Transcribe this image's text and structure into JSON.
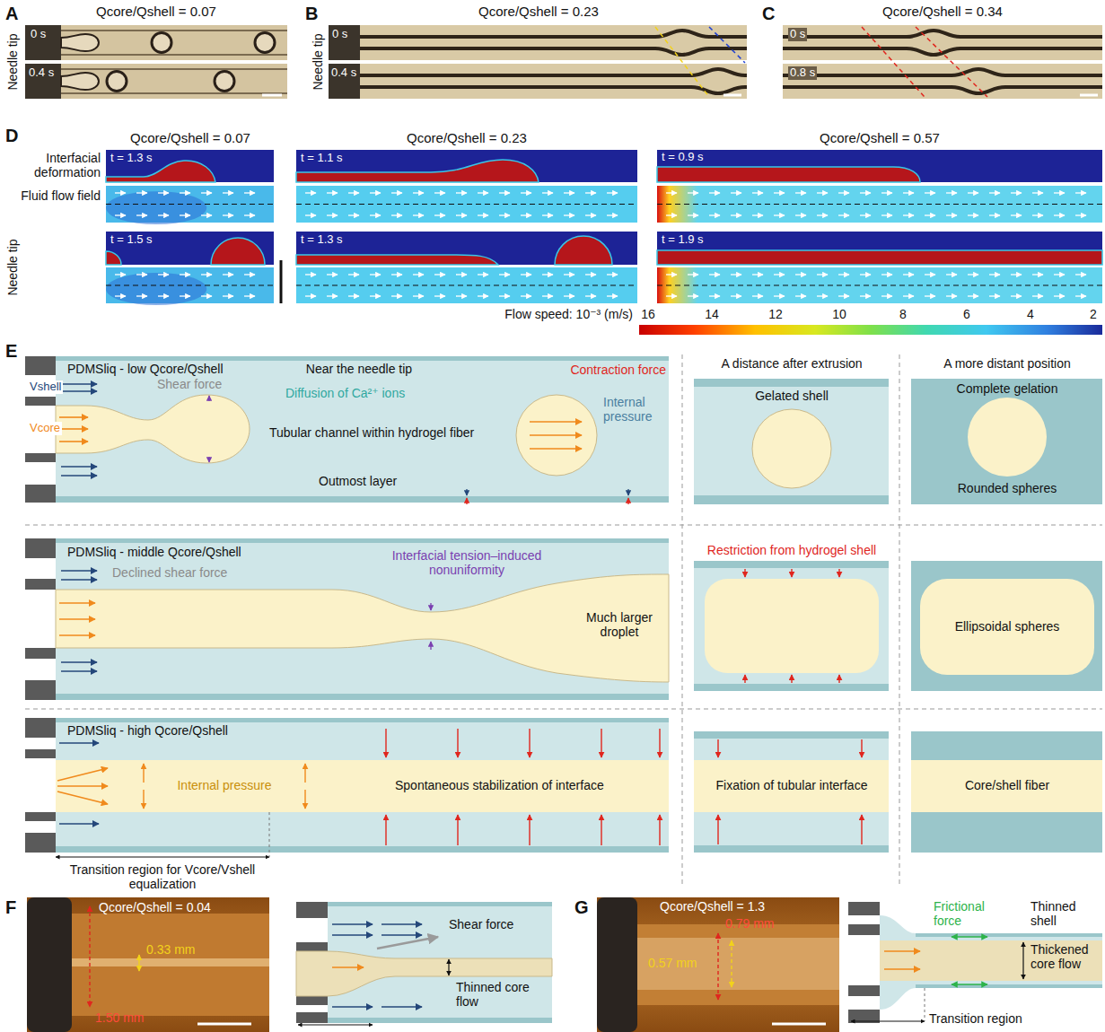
{
  "diagram": {
    "nodes": [
      {
        "text": [
          "0 s",
          "0.4 s"
        ]
      },
      {
        "text": [
          "0 s",
          "0.4 s"
        ]
      },
      {
        "text": [
          "0 s",
          "0.8 s"
        ]
      },
      {
        "text": [
          "t = 1.3 s"
        ]
      },
      {
        "text": [
          "t = 1.1 s"
        ]
      },
      {
        "text": [
          "t = 0.9 s"
        ]
      },
      {
        "text": [
          "t = 1.5 s"
        ]
      },
      {
        "text": [
          "t = 1.3 s"
        ]
      },
      {
        "text": [
          "t = 1.9 s"
        ]
      },
      {
        "text": [
          "PDMSliq - low Qcore/Qshell",
          "Near the needle tip",
          "Contraction force",
          "Vshell",
          "Vcore",
          "Shear force",
          "Diffusion of Ca²⁺ ions",
          "Internal pressure",
          "Tubular channel within hydrogel fiber",
          "Outmost layer"
        ]
      },
      {
        "text": [
          "Gelated shell"
        ]
      },
      {
        "text": [
          "Complete gelation",
          "Rounded spheres"
        ]
      },
      {
        "text": [
          "PDMSliq - middle Qcore/Qshell",
          "Declined shear force",
          "Interfacial tension–induced nonuniformity",
          "Much larger droplet"
        ]
      },
      {
        "text": [
          "Ellipsoidal spheres"
        ]
      },
      {
        "text": [
          "PDMSliq - high Qcore/Qshell",
          "Internal pressure",
          "Spontaneous stabilization of interface"
        ]
      },
      {
        "text": [
          "Fixation of tubular interface"
        ]
      },
      {
        "text": [
          "Core/shell fiber"
        ]
      },
      {
        "text": [
          "Qcore/Qshell = 0.04",
          "0.33 mm",
          "1.50 mm"
        ]
      },
      {
        "text": [
          "Shear force",
          "Thinned core flow"
        ]
      },
      {
        "text": [
          "Qcore/Qshell = 1.3",
          "0.79 mm",
          "0.57 mm"
        ]
      },
      {
        "text": [
          "Frictional force",
          "Thinned shell",
          "Thickened core flow",
          "Transition region"
        ]
      }
    ],
    "labels": [
      "A",
      "Qcore/Qshell = 0.07",
      "Needle tip",
      "B",
      "Qcore/Qshell = 0.23",
      "Needle tip",
      "C",
      "Qcore/Qshell = 0.34",
      "D",
      "Qcore/Qshell = 0.07",
      "Qcore/Qshell = 0.23",
      "Qcore/Qshell = 0.57",
      "Interfacial deformation",
      "Fluid flow field",
      "Needle tip",
      "Flow speed: 10⁻³ (m/s)",
      "16",
      "14",
      "12",
      "10",
      "8",
      "6",
      "4",
      "2",
      "E",
      "A distance after extrusion",
      "A more distant position",
      "Restriction from hydrogel shell",
      "Transition region for Vcore/Vshell equalization",
      "F",
      "G"
    ]
  }
}
